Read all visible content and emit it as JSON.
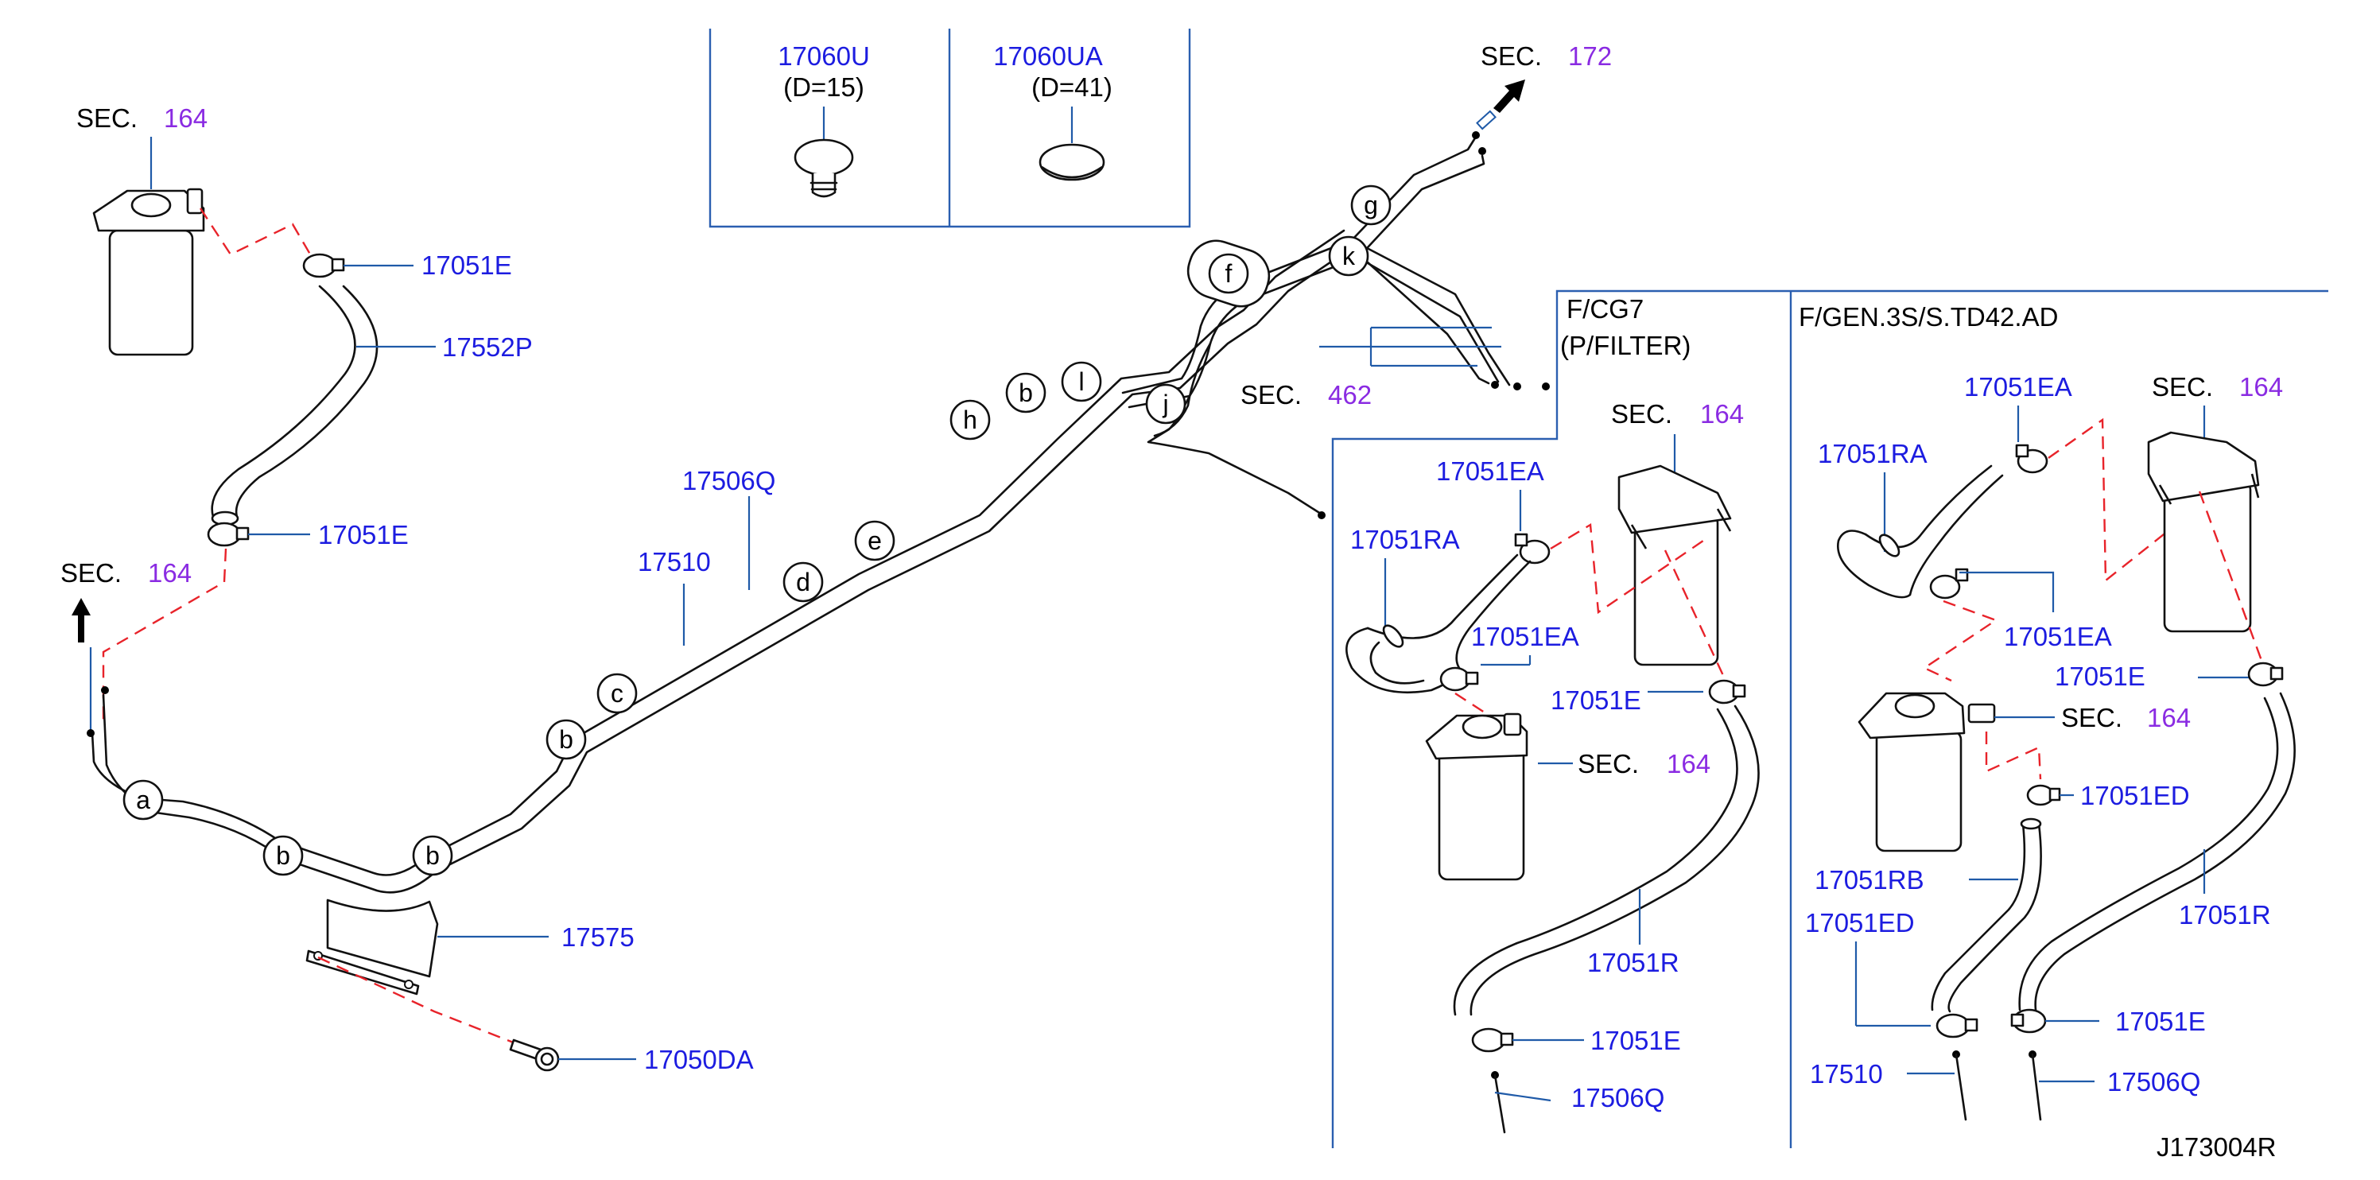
{
  "diagram_id": "J173004R",
  "colors": {
    "part_number": "#1c1ce0",
    "section_ref": "#8a2be2",
    "leader": "#1f5aa8",
    "dashed_link": "#e8232a",
    "outline": "#111111"
  },
  "section_prefix": "SEC.",
  "sections": {
    "top_left": "164",
    "arrow_left": "164",
    "top_right": "172",
    "mid": "462",
    "cg7_top": "164",
    "cg7_filter": "164",
    "gen_top": "164",
    "gen_filter": "164"
  },
  "inset": {
    "left_part": "17060U",
    "left_dim": "(D=15)",
    "right_part": "17060UA",
    "right_dim": "(D=41)"
  },
  "panels": {
    "cg7_title_1": "F/CG7",
    "cg7_title_2": "(P/FILTER)",
    "gen_title": "F/GEN.3S/S.TD42.AD"
  },
  "parts_main": {
    "clamp_top": "17051E",
    "hose": "17552P",
    "clamp_lower": "17051E",
    "tube_upper": "17506Q",
    "tube_lower": "17510",
    "bracket": "17575",
    "bolt": "17050DA"
  },
  "parts_cg7": {
    "clamp_a": "17051EA",
    "hose_a": "17051RA",
    "clamp_b": "17051EA",
    "clamp_c": "17051E",
    "hose_r": "17051R",
    "clamp_d": "17051E",
    "tube": "17506Q"
  },
  "parts_gen": {
    "clamp_a": "17051EA",
    "hose_a": "17051RA",
    "clamp_b": "17051EA",
    "clamp_c": "17051E",
    "clamp_ed1": "17051ED",
    "hose_rb": "17051RB",
    "clamp_ed2": "17051ED",
    "hose_r": "17051R",
    "tube_a": "17510",
    "clamp_e": "17051E",
    "tube_b": "17506Q"
  },
  "clip_letters": {
    "a": "a",
    "b": "b",
    "c": "c",
    "d": "d",
    "e": "e",
    "f": "f",
    "g": "g",
    "h": "h",
    "j": "j",
    "k": "k",
    "l": "l"
  }
}
